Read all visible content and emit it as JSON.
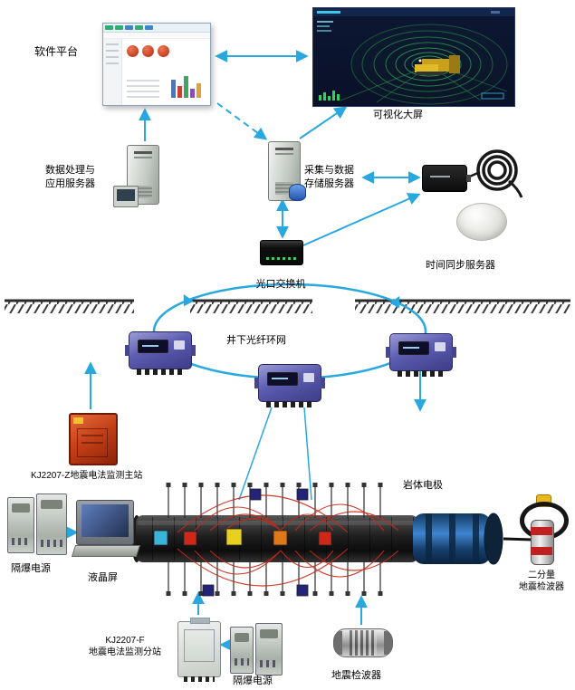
{
  "labels": {
    "software_platform": "软件平台",
    "big_screen": "可视化大屏",
    "app_server_l1": "数据处理与",
    "app_server_l2": "应用服务器",
    "storage_server_l1": "采集与数据",
    "storage_server_l2": "存储服务器",
    "time_sync_server": "时间同步服务器",
    "optical_switch": "光口交换机",
    "fiber_ring": "井下光纤环网",
    "main_station": "KJ2207-Z地震电法监测主站",
    "rock_electrode": "岩体电极",
    "flameproof_power_left": "隔爆电源",
    "lcd_screen": "液晶屏",
    "substation_l1": "KJ2207-F",
    "substation_l2": "地震电法监测分站",
    "flameproof_power_bottom": "隔爆电源",
    "geophone": "地震检波器",
    "two_component_l1": "二分量",
    "two_component_l2": "地震检波器"
  },
  "colors": {
    "arrow": "#29a8e0",
    "ring": "#29a8e0",
    "field_line": "#c62817",
    "substation_body": "#5c5cb0",
    "main_station_body": "#c03e16",
    "tunnel_blue": "#3f85d0",
    "ground": "#2b2b2b"
  },
  "icons": {
    "app_server": "server-tower-icon",
    "storage_server": "server-tower-database-icon",
    "sync_receiver": "receiver-box-icon",
    "cable_coil": "cable-coil-icon",
    "gps_dome": "gps-dome-icon",
    "optical_switch": "switch-box-icon",
    "substation": "network-substation-icon",
    "main_station": "flameproof-station-icon",
    "power": "power-supply-icon",
    "lcd": "lcd-monitor-icon",
    "geophone": "geophone-icon",
    "two_component_geophone": "two-component-geophone-icon"
  }
}
